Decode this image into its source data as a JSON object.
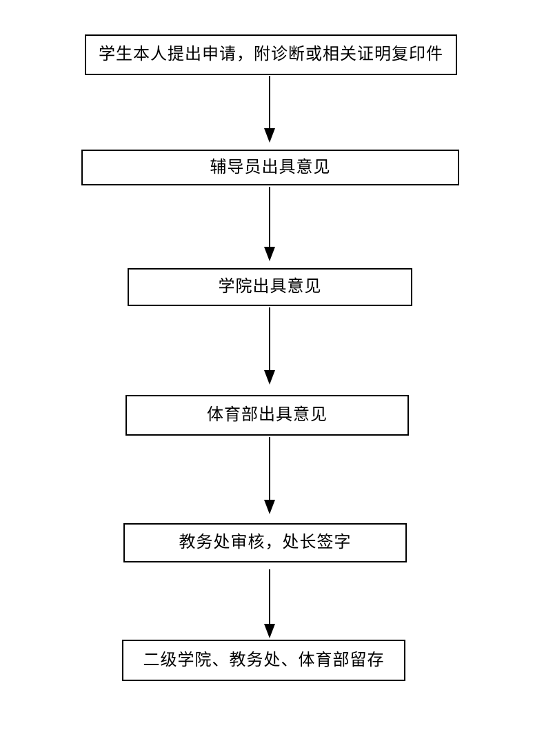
{
  "page": {
    "background_color": "#ffffff",
    "foreground_color": "#000000"
  },
  "flowchart": {
    "type": "vertical-flow",
    "connector_style": "solid-line-filled-arrowhead-down",
    "line_color": "#000000",
    "box_border_color": "#000000",
    "box_fill_color": "#ffffff",
    "steps": [
      {
        "label": "学生本人提出申请，附诊断或相关证明复印件"
      },
      {
        "label": "辅导员出具意见"
      },
      {
        "label": "学院出具意见"
      },
      {
        "label": "体育部出具意见"
      },
      {
        "label": "教务处审核，处长签字"
      },
      {
        "label": "二级学院、教务处、体育部留存"
      }
    ]
  }
}
